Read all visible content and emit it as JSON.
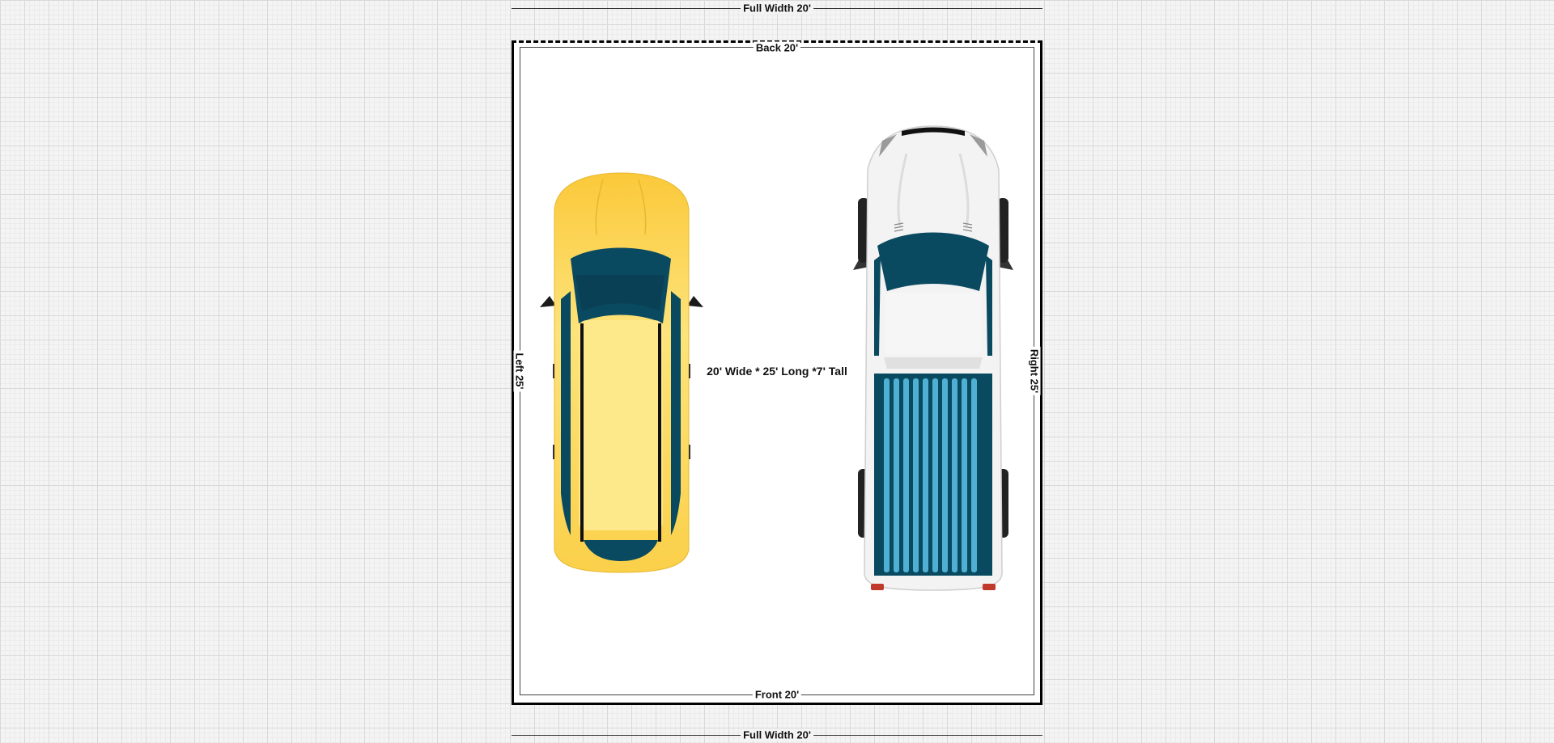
{
  "dimensions": {
    "top_full_width": "Full Width 20'",
    "bottom_full_width": "Full Width 20'",
    "back": "Back 20'",
    "front": "Front 20'",
    "left": "Left 25'",
    "right": "Right 25'",
    "summary": "20' Wide * 25' Long *7' Tall"
  },
  "vehicles": [
    {
      "type": "minivan",
      "color": "#fbd650",
      "accent": "#0a4a61"
    },
    {
      "type": "pickup-truck",
      "color": "#f3f3f3",
      "accent": "#0a4a61"
    }
  ]
}
